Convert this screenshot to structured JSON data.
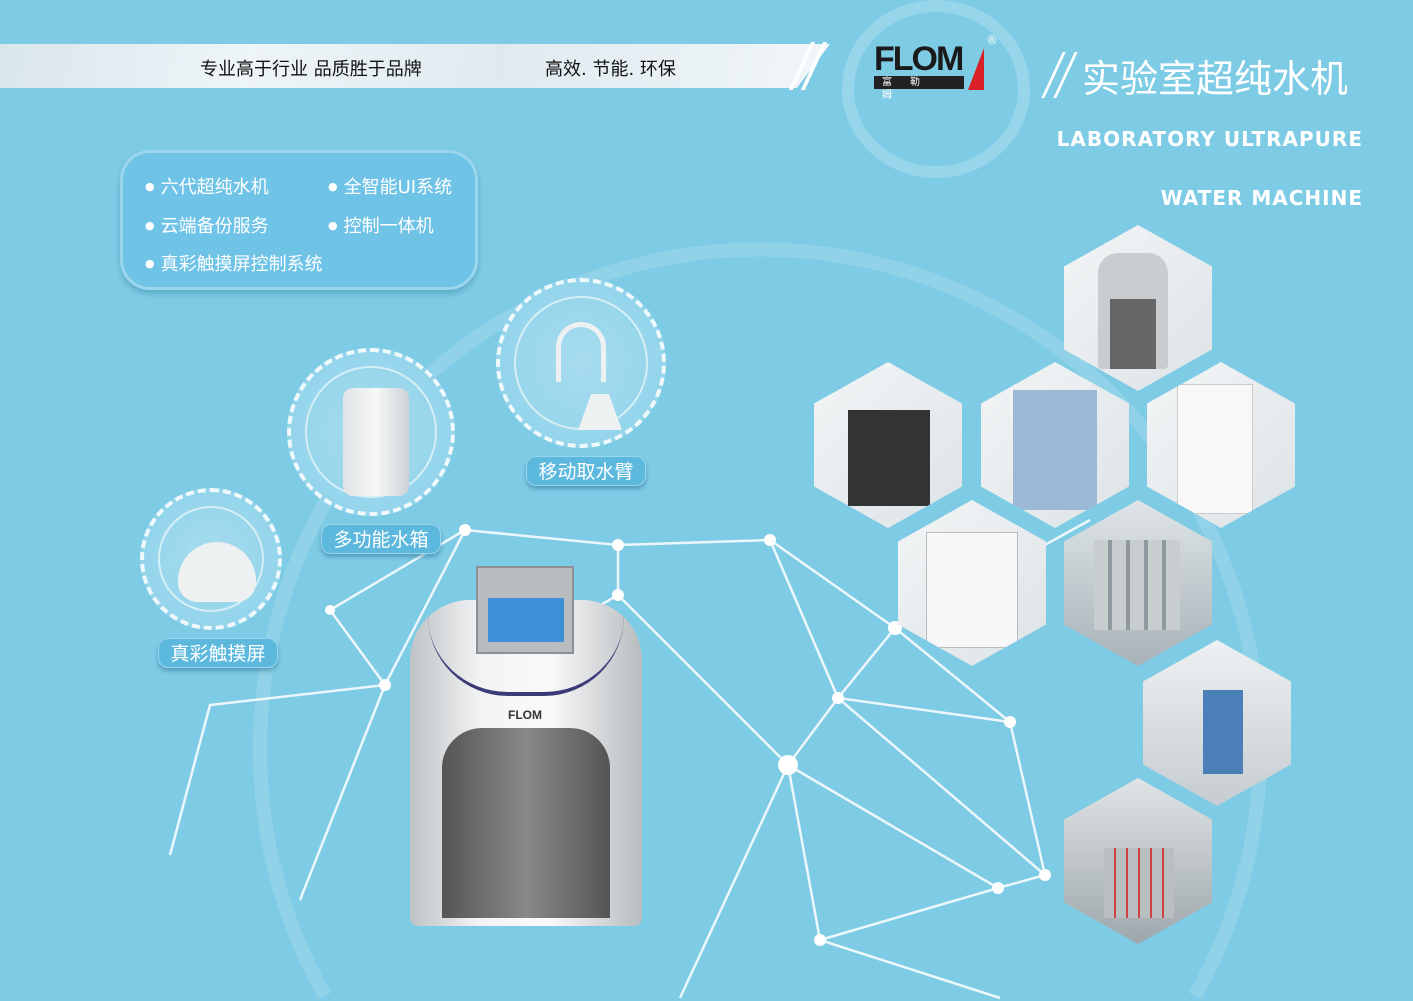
{
  "banner": {
    "slogan1": "专业高于行业  品质胜于品牌",
    "slogan2": "高效. 节能. 环保"
  },
  "brand": {
    "logo_text": "FLOM",
    "logo_cn": "富勒姆",
    "registered": "®"
  },
  "header": {
    "title": "实验室超纯水机",
    "subtitle_line1": "LABORATORY ULTRAPURE",
    "subtitle_line2": "WATER MACHINE"
  },
  "features": [
    "六代超纯水机",
    "全智能UI系统",
    "云端备份服务",
    "控制一体机",
    "真彩触摸屏控制系统"
  ],
  "callouts": {
    "touchscreen": "真彩触摸屏",
    "tank": "多功能水箱",
    "arm": "移动取水臂"
  },
  "colors": {
    "background": "#7ecbe5",
    "accent_red": "#d92026"
  }
}
